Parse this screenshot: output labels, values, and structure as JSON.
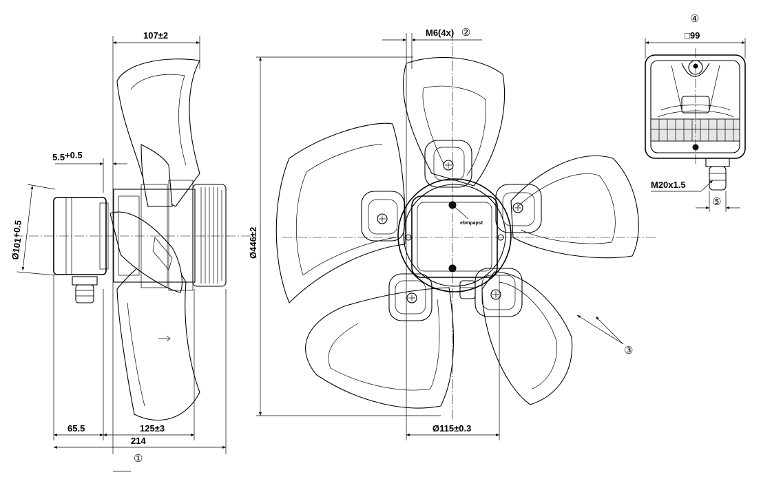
{
  "dimensions": {
    "depth": "107",
    "depth_tol": "±2",
    "gap": "5.5",
    "gap_tol": "+0.5",
    "shaft_dia": "Ø101",
    "shaft_dia_tol": "+0.5",
    "fan_dia": "Ø446",
    "fan_dia_tol": "±2",
    "offset": "65.5",
    "body_len": "125",
    "body_len_tol": "±3",
    "total": "214",
    "bolt_circle": "Ø115",
    "bolt_circle_tol": "±0.3",
    "thread_note": "M6(4x)",
    "box_size": "□99",
    "cable_gland": "M20x1.5"
  },
  "callouts": {
    "c1": "①",
    "c2": "②",
    "c3": "③",
    "c4": "④",
    "c5": "⑤"
  },
  "labels": {
    "brand_mark": "ebmpapst"
  }
}
